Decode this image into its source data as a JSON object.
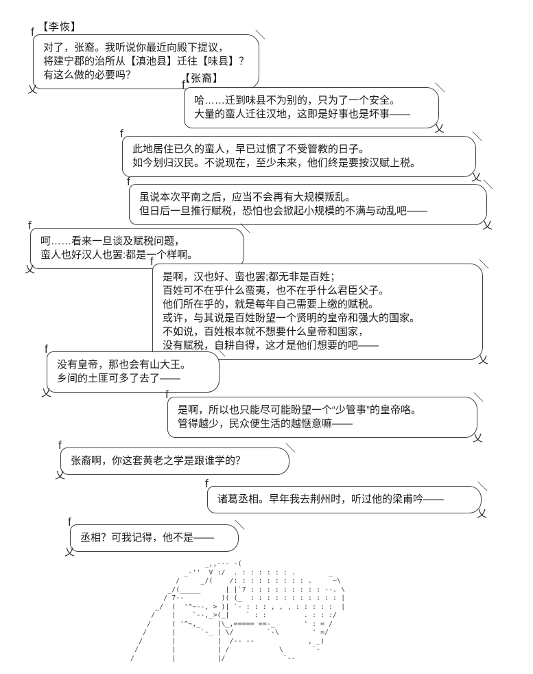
{
  "glyphs": {
    "top_left": "f",
    "top_right": "＼",
    "tail": "乂"
  },
  "labels": {
    "likui": "【李恢】",
    "zhangyi": "【张裔】"
  },
  "dialogue": [
    {
      "speaker": "李恢",
      "lines": [
        "对了，张裔。我听说你最近向殿下提议，",
        "将建宁郡的治所从【滇池县】迁往【味县】？",
        "有这么做的必要吗？"
      ]
    },
    {
      "speaker": "张裔",
      "lines": [
        "哈……迁到味县不为别的，只为了一个安全。",
        "大量的蛮人迁往汉地，这即是好事也是坏事——"
      ]
    },
    {
      "speaker": "张裔",
      "lines": [
        "此地居住已久的蛮人，早已过惯了不受管教的日子。",
        "如今划归汉民。不说现在，至少未来，他们终是要按汉赋上税。"
      ]
    },
    {
      "speaker": "张裔",
      "lines": [
        "虽说本次平南之后，应当不会再有大规模叛乱。",
        "但日后一旦推行赋税，恐怕也会掀起小规模的不满与动乱吧——"
      ]
    },
    {
      "speaker": "李恢",
      "lines": [
        "呵……看来一旦谈及赋税问题，",
        "蛮人也好汉人也罢:都是一个样啊。"
      ]
    },
    {
      "speaker": "张裔",
      "lines": [
        "是啊，汉也好、蛮也罢;都无非是百姓；",
        "百姓可不在乎什么蛮夷，也不在乎什么君臣父子。",
        "他们所在乎的，就是每年自己需要上缴的赋税。",
        "或许，与其说是百姓盼望一个贤明的皇帝和强大的国家。",
        "不如说，百姓根本就不想要什么皇帝和国家，",
        "没有赋税，自耕自得，这才是他们想要的吧——"
      ]
    },
    {
      "speaker": "李恢",
      "lines": [
        "没有皇帝，那也会有山大王。",
        "乡间的土匪可多了去了——"
      ]
    },
    {
      "speaker": "张裔",
      "lines": [
        "是啊，所以也只能尽可能盼望一个“少管事”的皇帝咯。",
        "管得越少，民众便生活的越惬意嘛——"
      ]
    },
    {
      "speaker": "李恢",
      "lines": [
        "张裔啊，你这套黄老之学是跟谁学的？"
      ]
    },
    {
      "speaker": "张裔",
      "lines": [
        "诸葛丞相。早年我去荆州时，听过他的梁甫吟——"
      ]
    },
    {
      "speaker": "李恢",
      "lines": [
        "丞相？可我记得，他不是——"
      ]
    }
  ],
  "ascii_art": {
    "description": "ascii-art-figure",
    "text": "                    _,,--- -(\n               _-''  V :/  . : : : : : : .        _\n             /     _/(    /: : : : : : : : : .     ~\\\n           _/(_____      | |`7 : : : : : : : : : --. \\\n          / 7--         )( (_  : : : : : : : : : : : |\n        _/  (  '^~--, > )| `- : : : , , , : : : : :  |\n       /    |    `--,_>(_|    ` : :         . : : :/\n      /     ( '^~,_    |\\_,===== ==-_       ' : = /\n     /      |      `-_ | \\/        `-\\        ' =/\n    /       |          |  /-- --             , _)\n   /        |          | /            \\       `-\n  /         |          |/              `--"
  }
}
